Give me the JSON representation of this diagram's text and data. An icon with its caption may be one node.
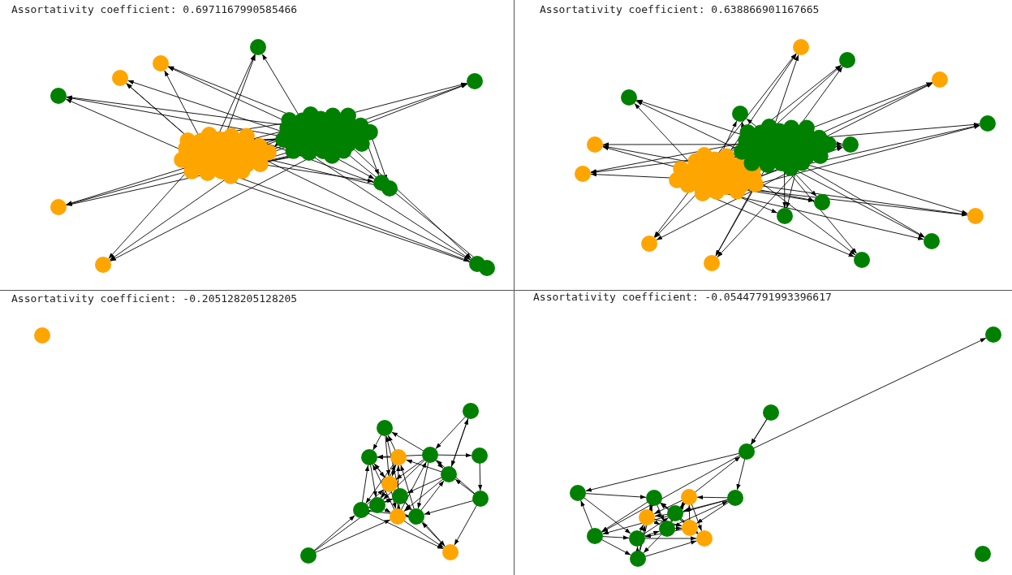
{
  "diagram": {
    "labels": [
      "Assortativity coefficient: 0.6971167990585466",
      "Assortativity coefficient: 0.638866901167665",
      "Assortativity coefficient: -0.205128205128205",
      "Assortativity coefficient: -0.05447791993396617"
    ]
  }
}
